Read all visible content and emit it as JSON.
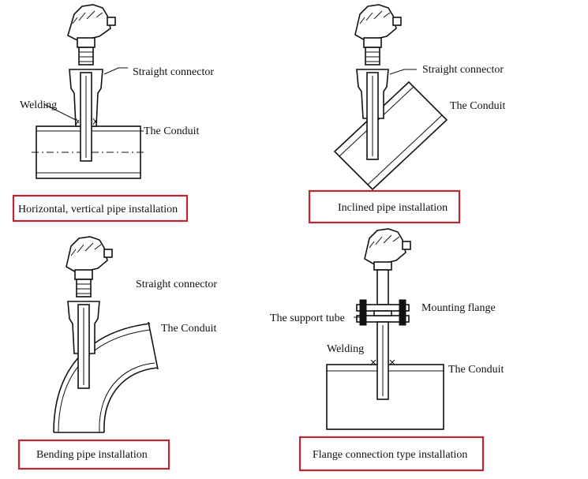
{
  "panels": {
    "horizontal": {
      "labels": {
        "straight_connector": "Straight connector",
        "welding": "Welding",
        "conduit": "The Conduit"
      },
      "caption": "Horizontal, vertical pipe installation"
    },
    "inclined": {
      "labels": {
        "straight_connector": "Straight connector",
        "conduit": "The Conduit"
      },
      "caption": "Inclined pipe installation"
    },
    "bending": {
      "labels": {
        "straight_connector": "Straight connector",
        "conduit": "The Conduit"
      },
      "caption": "Bending pipe installation"
    },
    "flange": {
      "labels": {
        "mounting_flange": "Mounting flange",
        "support_tube": "The support tube",
        "welding": "Welding",
        "conduit": "The Conduit"
      },
      "caption": "Flange connection type installation"
    }
  },
  "colors": {
    "caption_border": "#c0272d",
    "line": "#111111"
  }
}
